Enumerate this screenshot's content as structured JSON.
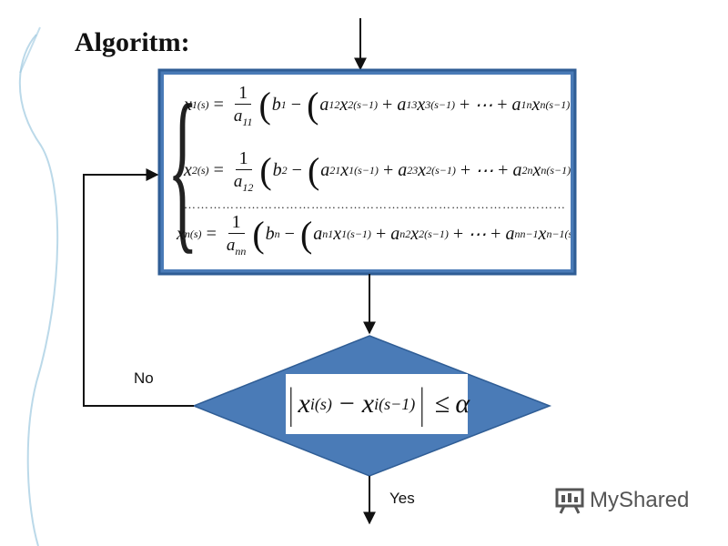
{
  "title": "Algoritm:",
  "colors": {
    "box_fill": "#4a7bb7",
    "box_border": "#2f5d95",
    "line": "#111111",
    "decor_curve": "#9ec9e0"
  },
  "formula_box": {
    "rows": [
      {
        "lhs": "x",
        "lhs_sub": "1",
        "lhs_sup": "(s)",
        "num": "1",
        "den": "a",
        "den_sub": "11",
        "b_sub": "1",
        "t1": "a",
        "t1_sub": "12",
        "t1x_sub": "2",
        "t2": "a",
        "t2_sub": "13",
        "t2x_sub": "3",
        "tn_sub": "1n",
        "tnx_sub": "n"
      },
      {
        "lhs": "x",
        "lhs_sub": "2",
        "lhs_sup": "(s)",
        "num": "1",
        "den": "a",
        "den_sub": "12",
        "b_sub": "2",
        "t1": "a",
        "t1_sub": "21",
        "t1x_sub": "1",
        "t2": "a",
        "t2_sub": "23",
        "t2x_sub": "2",
        "tn_sub": "2n",
        "tnx_sub": "n"
      },
      {
        "lhs": "x",
        "lhs_sub": "n",
        "lhs_sup": "(s)",
        "num": "1",
        "den": "a",
        "den_sub": "nn",
        "b_sub": "n",
        "t1": "a",
        "t1_sub": "n1",
        "t1x_sub": "1",
        "t2": "a",
        "t2_sub": "n2",
        "t2x_sub": "2",
        "tn_sub": "nn−1",
        "tnx_sub": "n−1"
      }
    ],
    "prev_sup": "(s−1)",
    "ellipsis": "⋯",
    "dots_row": "………………………………………………………………………………………."
  },
  "condition": {
    "x": "x",
    "i_sub": "i",
    "sup_s": "(s)",
    "sup_prev": "(s−1)",
    "minus": "−",
    "le": "≤",
    "alpha": "α"
  },
  "labels": {
    "no": "No",
    "yes": "Yes"
  },
  "watermark": {
    "text": "MyShared",
    "icon": "presentation-board-icon"
  }
}
